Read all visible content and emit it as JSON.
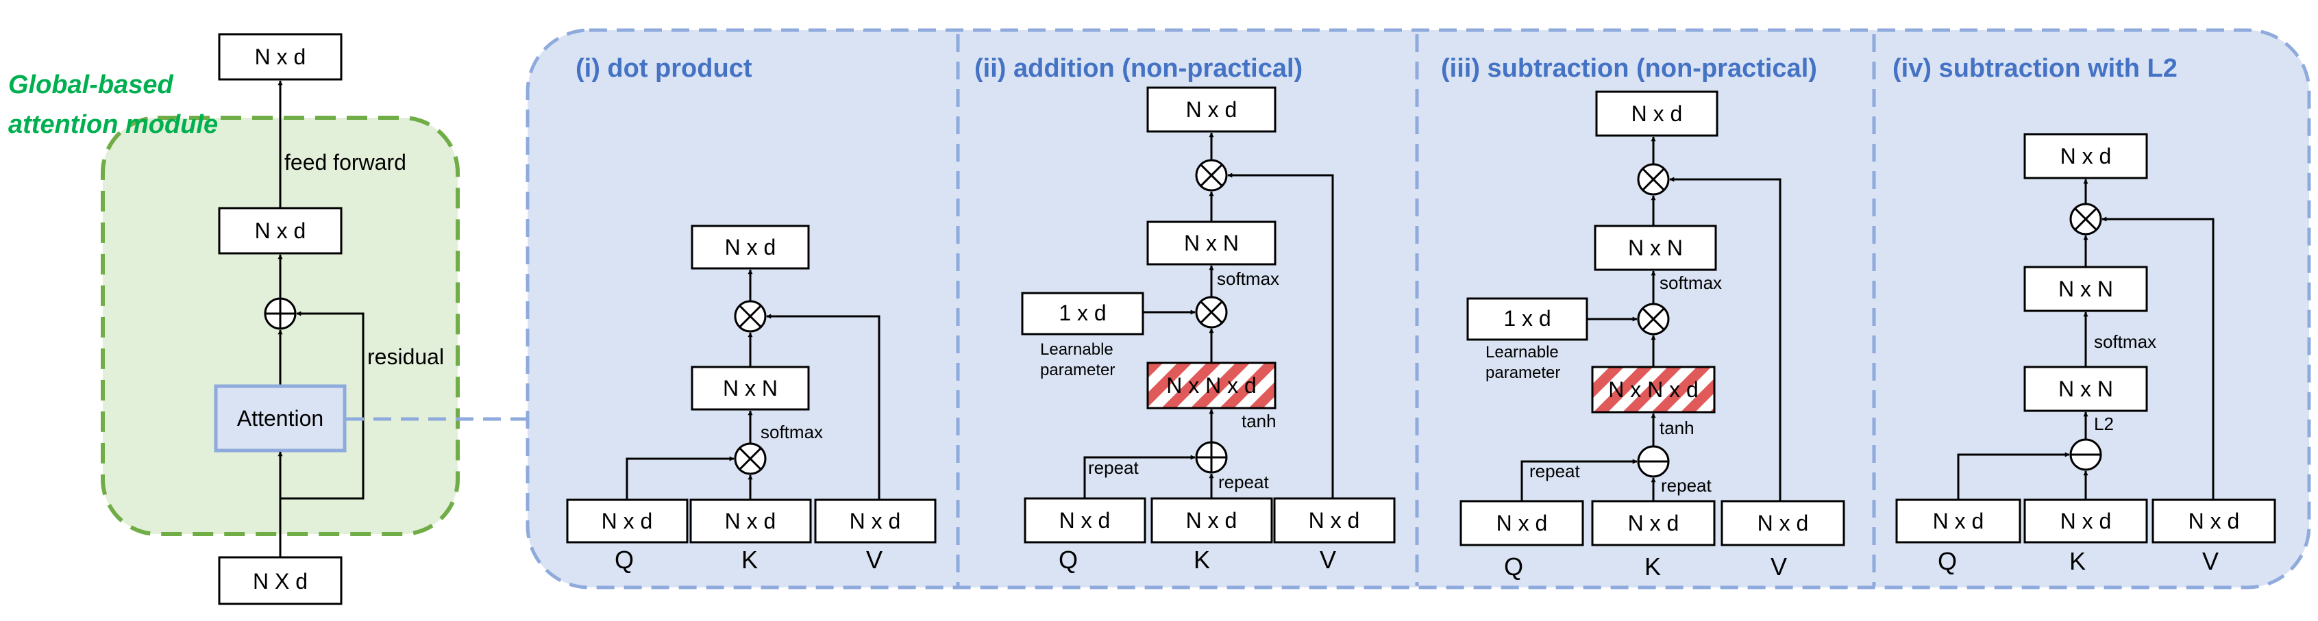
{
  "module": {
    "title_line1": "Global-based",
    "title_line2": "attention module",
    "top_box": "N x d",
    "mid_box": "N x d",
    "attention_box": "Attention",
    "input_box": "N X d",
    "feed_forward_label": "feed forward",
    "residual_label": "residual"
  },
  "panels": [
    {
      "title": "(i) dot product"
    },
    {
      "title": "(ii) addition (non-practical)"
    },
    {
      "title": "(iii) subtraction (non-practical)"
    },
    {
      "title": "(iv) subtraction with L2"
    }
  ],
  "labels": {
    "nxd": "N x d",
    "nxn": "N x N",
    "nxnxd": "N x N x d",
    "one_x_d": "1 x d",
    "softmax": "softmax",
    "tanh": "tanh",
    "repeat": "repeat",
    "learnable_1": "Learnable",
    "learnable_2": "parameter",
    "l2": "L2",
    "q": "Q",
    "k": "K",
    "v": "V"
  },
  "colors": {
    "module_fill": "#e2efd9",
    "module_border": "#70ad47",
    "title_green": "#00b050",
    "panel_fill": "#dae3f3",
    "panel_border": "#8faadc",
    "panel_title_blue": "#4472c4",
    "attention_border": "#8faadc",
    "hatch_red": "#e05a5a"
  }
}
